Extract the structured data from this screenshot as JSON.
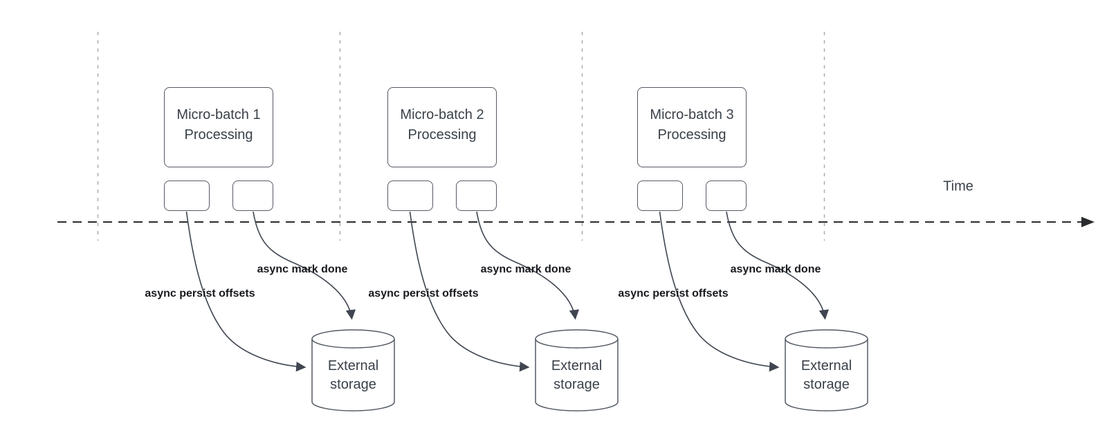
{
  "timeline": {
    "label": "Time"
  },
  "groups": [
    {
      "title_line1": "Micro-batch 1",
      "title_line2": "Processing",
      "persist_label": "async persist offsets",
      "mark_label": "async mark done",
      "storage_line1": "External",
      "storage_line2": "storage"
    },
    {
      "title_line1": "Micro-batch 2",
      "title_line2": "Processing",
      "persist_label": "async persist offsets",
      "mark_label": "async mark done",
      "storage_line1": "External",
      "storage_line2": "storage"
    },
    {
      "title_line1": "Micro-batch 3",
      "title_line2": "Processing",
      "persist_label": "async persist offsets",
      "mark_label": "async mark done",
      "storage_line1": "External",
      "storage_line2": "storage"
    }
  ],
  "colors": {
    "shape_stroke": "#545a63",
    "text": "#3a4149",
    "label_text": "#17191d",
    "timeline": "#2a2b2e",
    "curve": "#3f4650",
    "gridline": "#a9adb3",
    "background": "#ffffff"
  }
}
